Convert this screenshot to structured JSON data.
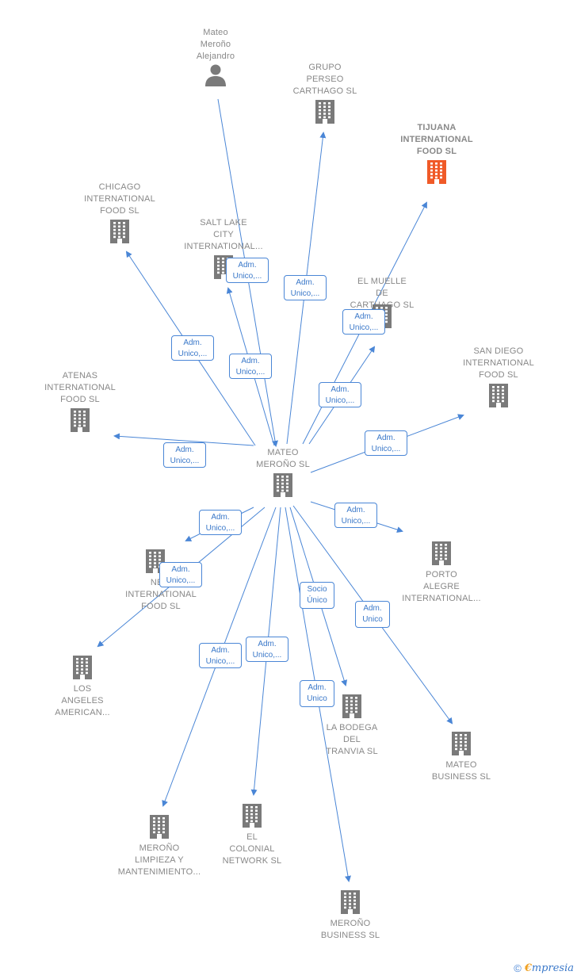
{
  "colors": {
    "edge": "#4a86d6",
    "node_icon": "#7a7a7a",
    "highlight_icon": "#f05a28",
    "label": "#777777"
  },
  "nodes": {
    "person": {
      "lines": [
        "Mateo",
        "Meroño",
        "Alejandro"
      ],
      "icon": "person-icon"
    },
    "grupo_perseo": {
      "lines": [
        "GRUPO",
        "PERSEO",
        "CARTHAGO  SL"
      ],
      "icon": "building-icon"
    },
    "tijuana": {
      "lines": [
        "TIJUANA",
        "INTERNATIONAL",
        "FOOD  SL"
      ],
      "icon": "building-icon"
    },
    "chicago": {
      "lines": [
        "CHICAGO",
        "INTERNATIONAL",
        "FOOD  SL"
      ],
      "icon": "building-icon"
    },
    "salt_lake": {
      "lines": [
        "SALT LAKE",
        "CITY",
        "INTERNATIONAL..."
      ],
      "icon": "building-icon"
    },
    "el_muelle": {
      "lines": [
        "EL MUELLE",
        "DE",
        "CARTHAGO  SL"
      ],
      "icon": "building-icon"
    },
    "san_diego": {
      "lines": [
        "SAN DIEGO",
        "INTERNATIONAL",
        "FOOD  SL"
      ],
      "icon": "building-icon"
    },
    "atenas": {
      "lines": [
        "ATENAS",
        "INTERNATIONAL",
        "FOOD  SL"
      ],
      "icon": "building-icon"
    },
    "center": {
      "lines": [
        "MATEO",
        "MEROÑO  SL"
      ],
      "icon": "building-icon"
    },
    "new": {
      "lines": [
        "NEW",
        "INTERNATIONAL",
        "FOOD  SL"
      ],
      "icon": "building-icon"
    },
    "porto": {
      "lines": [
        "PORTO",
        "ALEGRE",
        "INTERNATIONAL..."
      ],
      "icon": "building-icon"
    },
    "los_angeles": {
      "lines": [
        "LOS",
        "ANGELES",
        "AMERICAN..."
      ],
      "icon": "building-icon"
    },
    "la_bodega": {
      "lines": [
        "LA BODEGA",
        "DEL",
        "TRANVIA  SL"
      ],
      "icon": "building-icon"
    },
    "mateo_business": {
      "lines": [
        "MATEO",
        "BUSINESS  SL"
      ],
      "icon": "building-icon"
    },
    "merono_limpieza": {
      "lines": [
        "MEROÑO",
        "LIMPIEZA Y",
        "MANTENIMIENTO..."
      ],
      "icon": "building-icon"
    },
    "el_colonial": {
      "lines": [
        "EL",
        "COLONIAL",
        "NETWORK  SL"
      ],
      "icon": "building-icon"
    },
    "merono_business": {
      "lines": [
        "MEROÑO",
        "BUSINESS  SL"
      ],
      "icon": "building-icon"
    }
  },
  "badges": {
    "b_salt": [
      "Adm.",
      "Unico,..."
    ],
    "b_grupo": [
      "Adm.",
      "Unico,..."
    ],
    "b_chicago": [
      "Adm.",
      "Unico,..."
    ],
    "b_salt2": [
      "Adm.",
      "Unico,..."
    ],
    "b_tijuana": [
      "Adm.",
      "Unico,..."
    ],
    "b_muelle": [
      "Adm.",
      "Unico,..."
    ],
    "b_atenas": [
      "Adm.",
      "Unico,..."
    ],
    "b_sandiego": [
      "Adm.",
      "Unico,..."
    ],
    "b_new": [
      "Adm.",
      "Unico,..."
    ],
    "b_la": [
      "Adm.",
      "Unico,..."
    ],
    "b_porto": [
      "Adm.",
      "Unico,..."
    ],
    "b_bodega": [
      "Socio",
      "Único"
    ],
    "b_mateob": [
      "Adm.",
      "Unico"
    ],
    "b_limpieza": [
      "Adm.",
      "Unico,..."
    ],
    "b_colonial": [
      "Adm.",
      "Unico,..."
    ],
    "b_meronob": [
      "Adm.",
      "Unico"
    ]
  },
  "footer": {
    "copyright": "©",
    "brand_first": "€",
    "brand_rest": "mpresia"
  }
}
